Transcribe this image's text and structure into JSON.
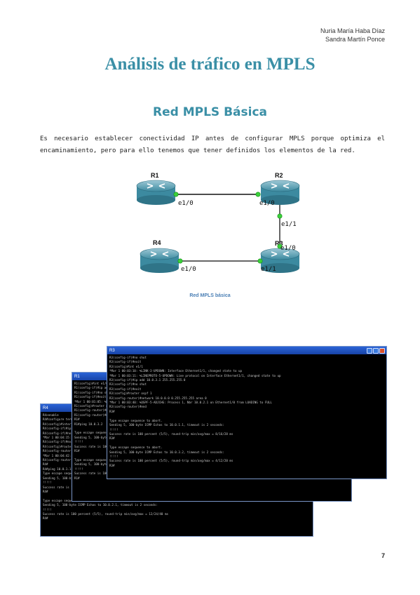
{
  "authors": [
    "Nuria María Haba Díaz",
    "Sandra Martín Ponce"
  ],
  "title": "Análisis de tráfico en MPLS",
  "subtitle": "Red MPLS Básica",
  "paragraph": "Es necesario establecer conectividad IP antes de configurar MPLS porque optimiza el encaminamiento, pero para ello tenemos que tener definidos los elementos de la red.",
  "topology": {
    "routers": [
      {
        "name": "R1"
      },
      {
        "name": "R2"
      },
      {
        "name": "R3"
      },
      {
        "name": "R4"
      }
    ],
    "interfaces": [
      "e1/0",
      "e1/0",
      "e1/1",
      "e1/0",
      "e1/0",
      "e1/1"
    ]
  },
  "caption": "Red MPLS básica",
  "terminals": {
    "back": {
      "title": "R4",
      "lines": [
        "R4>enable",
        "R4#configure terminal",
        "R4(config)#interface e1/0",
        "R4(config-if)#ip add 10.0.3.2 255.255.255.0",
        "R4(config-if)#no shut",
        "*Mar 1 00:04:15: %LINK-3-UPDOWN: Interface Ethernet1/0, changed state to up",
        "R4(config-if)#exit",
        "R4(config)#router ospf 1",
        "R4(config-router)#network 10.0.0.0 0.255.255.255 area 0",
        "*Mar 1 00:04:42: %OSPF-5-ADJCHG: Process 1, Nbr 10.0.3.1 on Ethernet1/0",
        "R4(config-router)#end",
        "R4#",
        "R4#ping 10.0.1.1",
        "Type escape sequence to abort.",
        "Sending 5, 100-byte ICMP Echos to 10.0.1.1, timeout is 2 seconds:",
        "!!!!!",
        "Success rate is 100 percent (5/5), round-trip min/avg/max = 8/20/36 ms",
        "R4#",
        "",
        "Type escape sequence to abort.",
        "Sending 5, 100-byte ICMP Echos to 10.0.2.1, timeout is 2 seconds:",
        "!!!!!",
        "Success rate is 100 percent (5/5), round-trip min/avg/max = 12/24/40 ms",
        "R4#"
      ]
    },
    "middle": {
      "title": "R1",
      "lines": [
        "R1(config)#int e1/0",
        "R1(config-if)#ip add 10.0.1.1 255.255.255.0",
        "R1(config-if)#no shut",
        "R1(config-if)#exit",
        "*Mar 1 00:01:05: %LINK-3-UPDOWN: Interface Ethernet1/0, changed state to up",
        "R1(config)#router ospf 1",
        "R1(config-router)#network 10.0.0.0 0.255.255.255 area 0",
        "R1(config-router)#end",
        "R1#",
        "R1#ping 10.0.3.2",
        "",
        "Type escape sequence to abort.",
        "Sending 5, 100-byte ICMP Echos to 10.0.3.2, timeout is 2 seconds:",
        "!!!!!",
        "Success rate is 100 percent (5/5), round-trip min/avg/max = 16/28/44 ms",
        "R1#",
        "",
        "Type escape sequence to abort.",
        "Sending 5, 100-byte ICMP Echos to 10.0.2.2, timeout is 2 seconds:",
        "!!!!!",
        "Success rate is 100 percent (5/5), round-trip min/avg/max = 8/21/36 ms",
        "R1#"
      ]
    },
    "front": {
      "title": "R3",
      "lines": [
        "R3(config-if)#no shut",
        "R3(config-if)#exit",
        "R3(config)#int e1/1",
        "*Mar 1 00:03:10: %LINK-3-UPDOWN: Interface Ethernet1/1, changed state to up",
        "*Mar 1 00:03:11: %LINEPROTO-5-UPDOWN: Line protocol on Interface Ethernet1/1, changed state to up",
        "R3(config-if)#ip add 10.0.3.1 255.255.255.0",
        "R3(config-if)#no shut",
        "R3(config-if)#exit",
        "R3(config)#router ospf 1",
        "R3(config-router)#network 10.0.0.0 0.255.255.255 area 0",
        "*Mar 1 00:03:40: %OSPF-5-ADJCHG: Process 1, Nbr 10.0.2.1 on Ethernet1/0 from LOADING to FULL",
        "R3(config-router)#end",
        "R3#",
        "",
        "Type escape sequence to abort.",
        "Sending 5, 100-byte ICMP Echos to 10.0.1.1, timeout is 2 seconds:",
        "!!!!!",
        "Success rate is 100 percent (5/5), round-trip min/avg/max = 8/16/28 ms",
        "R3#",
        "",
        "Type escape sequence to abort.",
        "Sending 5, 100-byte ICMP Echos to 10.0.3.2, timeout is 2 seconds:",
        "!!!!!",
        "Success rate is 100 percent (5/5), round-trip min/avg/max = 4/12/20 ms",
        "R3#"
      ]
    }
  },
  "page_number": "7"
}
